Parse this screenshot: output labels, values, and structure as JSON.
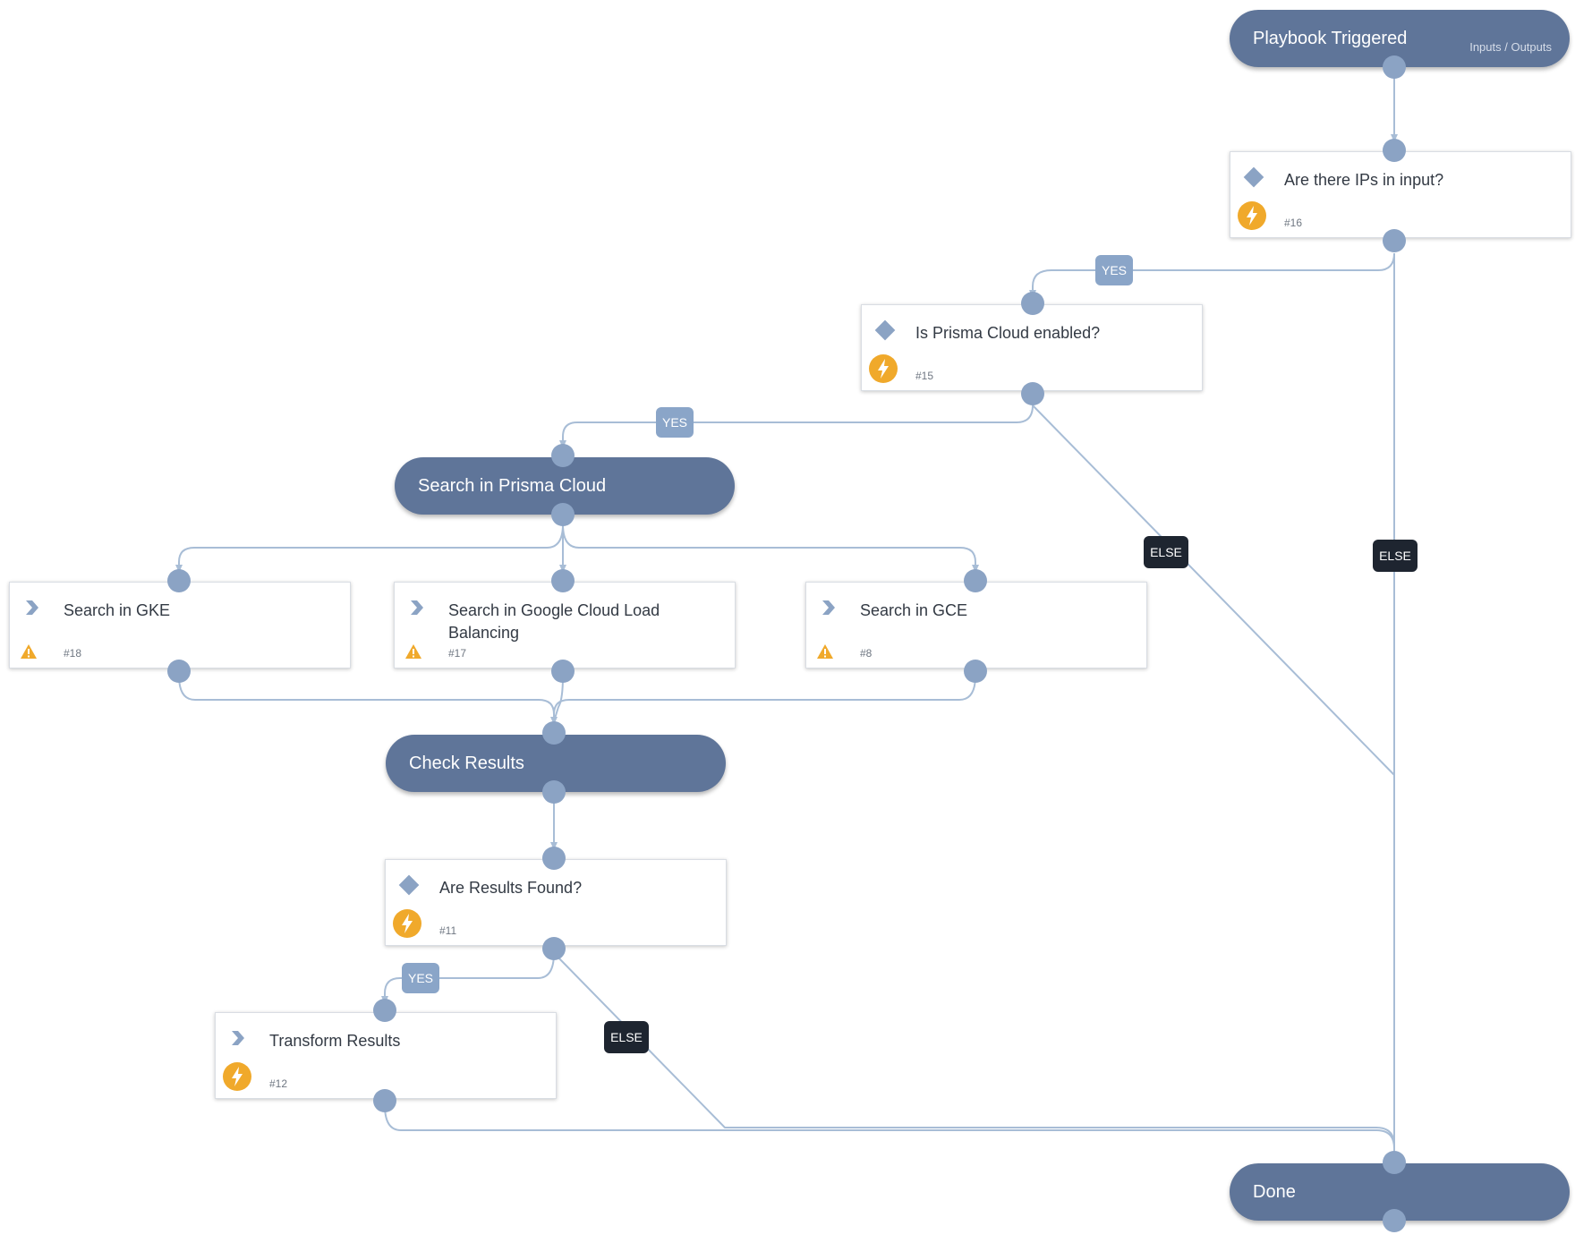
{
  "colors": {
    "pill": "#5f7599",
    "connector": "#a8bdd6",
    "port": "#8ba3c4",
    "yes_badge": "#8aa5c8",
    "else_badge": "#1e2530",
    "status_orange": "#f0a92b"
  },
  "nodes": {
    "playbook_triggered": {
      "label": "Playbook Triggered",
      "io": "Inputs / Outputs"
    },
    "q_ips": {
      "label": "Are there IPs in input?",
      "number": "#16",
      "icon": "condition-diamond-icon",
      "status": "lightning-icon"
    },
    "q_prisma": {
      "label": "Is Prisma Cloud enabled?",
      "number": "#15",
      "icon": "condition-diamond-icon",
      "status": "lightning-icon"
    },
    "search_prisma": {
      "label": "Search in Prisma Cloud"
    },
    "search_gke": {
      "label": "Search in GKE",
      "number": "#18",
      "icon": "chevron-icon",
      "status": "warning-icon"
    },
    "search_glb": {
      "label": "Search in Google Cloud Load Balancing",
      "number": "#17",
      "icon": "chevron-icon",
      "status": "warning-icon"
    },
    "search_gce": {
      "label": "Search in GCE",
      "number": "#8",
      "icon": "chevron-icon",
      "status": "warning-icon"
    },
    "check_results": {
      "label": "Check Results"
    },
    "q_results": {
      "label": "Are Results Found?",
      "number": "#11",
      "icon": "condition-diamond-icon",
      "status": "lightning-icon"
    },
    "transform": {
      "label": "Transform Results",
      "number": "#12",
      "icon": "chevron-icon",
      "status": "lightning-icon"
    },
    "done": {
      "label": "Done"
    }
  },
  "edge_labels": {
    "ips_yes": "YES",
    "ips_else": "ELSE",
    "prisma_yes": "YES",
    "prisma_else": "ELSE",
    "results_yes": "YES",
    "results_else": "ELSE"
  }
}
